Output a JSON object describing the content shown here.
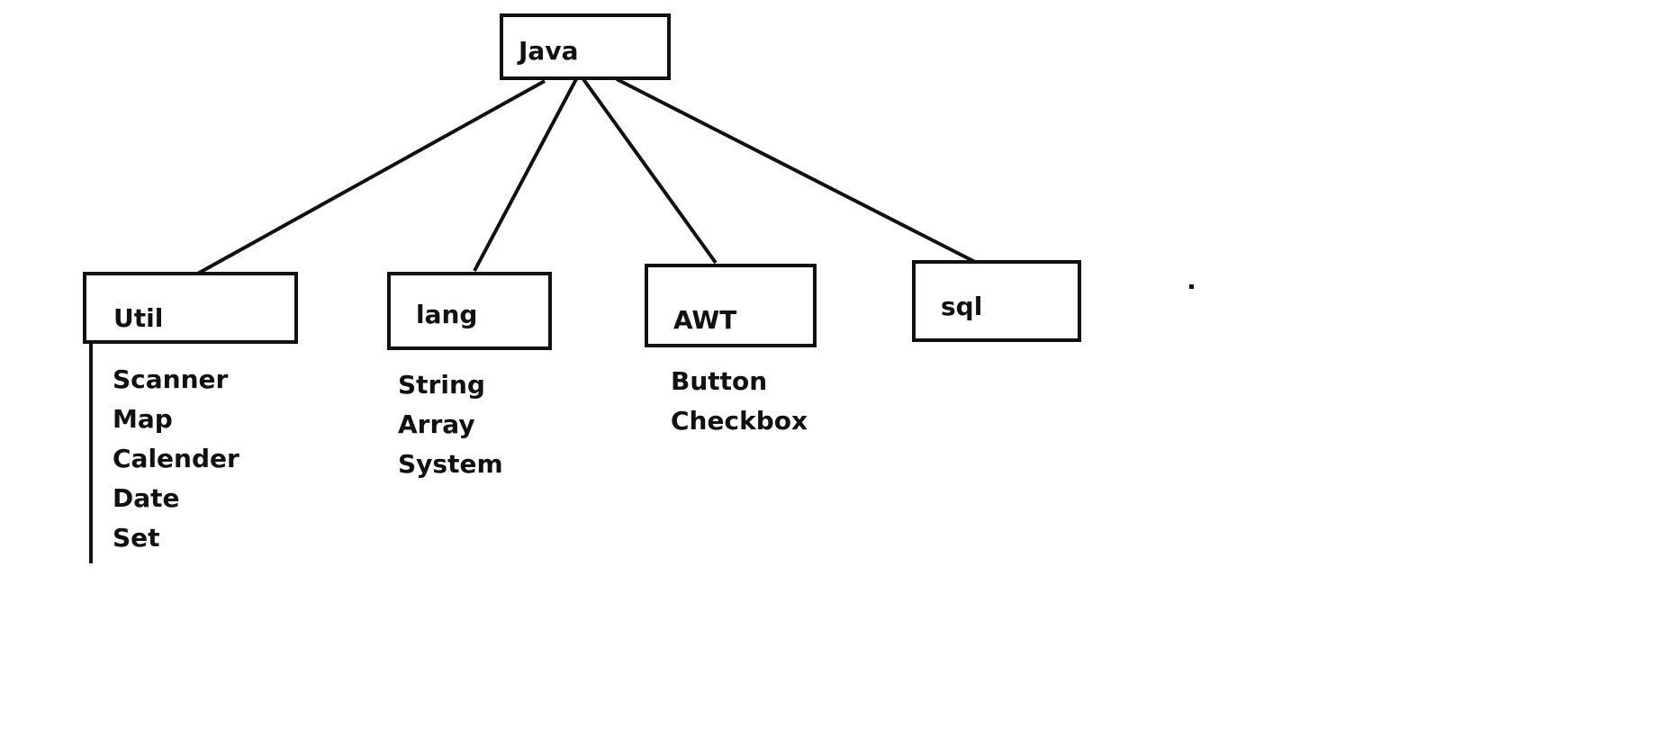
{
  "root": {
    "label": "Java"
  },
  "packages": [
    {
      "id": "util",
      "label": "Util",
      "classes": [
        "Scanner",
        "Map",
        "Calender",
        "Date",
        "Set"
      ]
    },
    {
      "id": "lang",
      "label": "lang",
      "classes": [
        "String",
        "Array",
        "System"
      ]
    },
    {
      "id": "awt",
      "label": "AWT",
      "classes": [
        "Button",
        "Checkbox"
      ]
    },
    {
      "id": "sql",
      "label": "sql",
      "classes": []
    }
  ],
  "colors": {
    "stroke": "#111111",
    "background": "#ffffff"
  }
}
